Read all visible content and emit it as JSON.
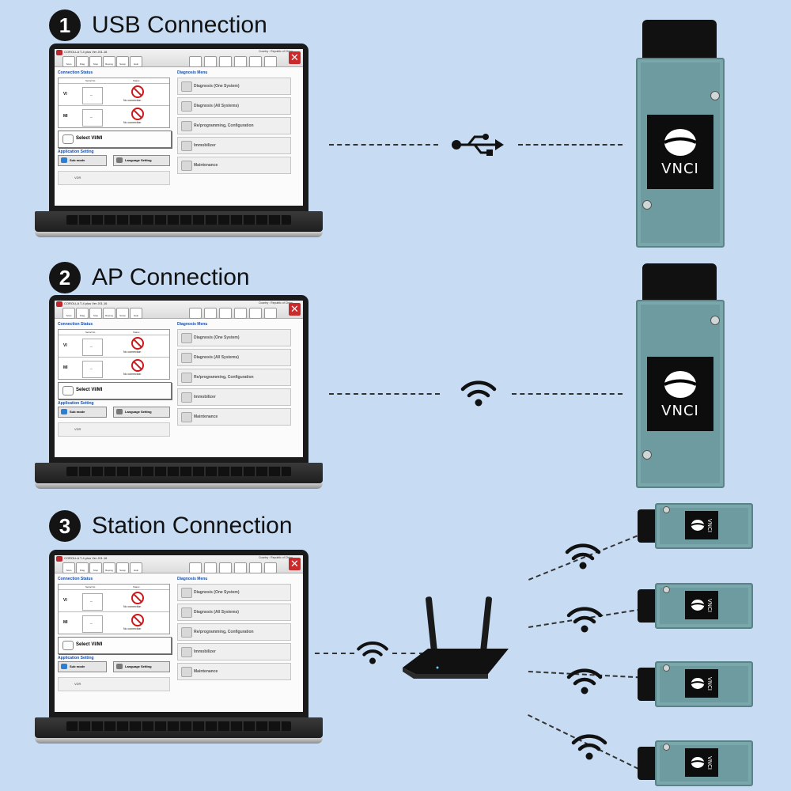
{
  "sections": [
    {
      "number": "1",
      "title": "USB Connection"
    },
    {
      "number": "2",
      "title": "AP Connection"
    },
    {
      "number": "3",
      "title": "Station Connection"
    }
  ],
  "app": {
    "window_title": "COROLLA T-4 plus  Ver J01.16",
    "country": "Country : Republic of China",
    "toolbar": [
      "Scan",
      "Diag",
      "Stop",
      "Reprog",
      "Setup",
      "Help"
    ],
    "connection_status_label": "Connection Status",
    "serial_header": "Serial No.",
    "status_header": "Status",
    "devices": [
      "VI",
      "MI"
    ],
    "device_value": "–",
    "no_connection": "No connection",
    "select_button": "Select VI/MI",
    "application_setting_label": "Application Setting",
    "sub_mode": "Sub mode",
    "language_setting": "Language Setting",
    "vdr": "VDR",
    "diagnosis_menu_label": "Diagnosis Menu",
    "diagnosis_items": [
      "Diagnosis (One System)",
      "Diagnosis (All Systems)",
      "Re/programming, Configuration",
      "Immobilizer",
      "Maintenance"
    ]
  },
  "device": {
    "brand": "VNCI",
    "color": "#6e9ba0"
  },
  "icons": {
    "usb": "usb-icon",
    "wifi": "wifi-icon",
    "router": "router-icon"
  }
}
